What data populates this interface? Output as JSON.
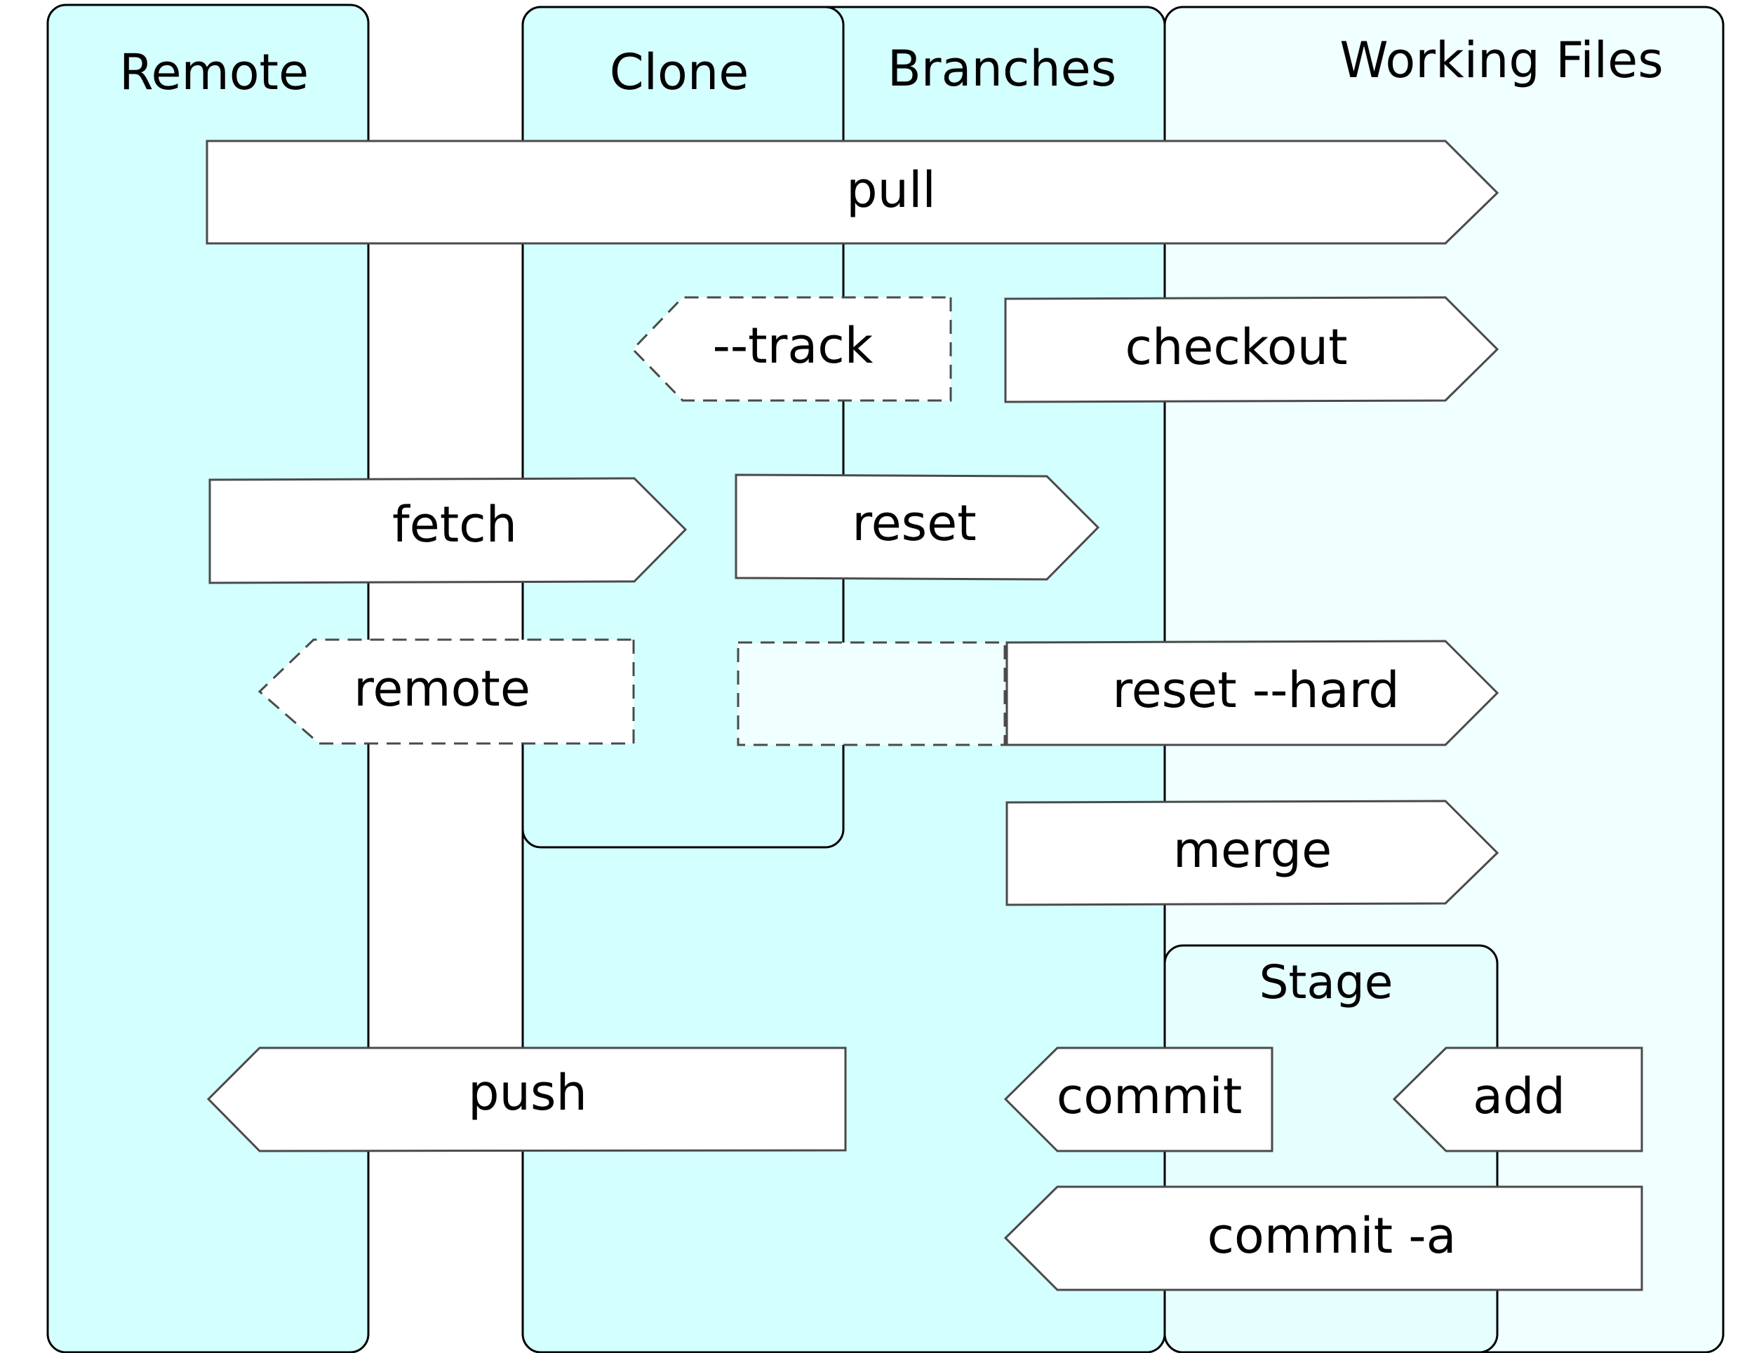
{
  "colors": {
    "lane_fill": "#d3fffe",
    "working_fill": "#f0ffff",
    "stage_fill": "#e4fffe",
    "arrow_fill": "#ffffff",
    "arrow_stroke": "#4a4a4a",
    "lane_stroke": "#000000"
  },
  "lanes": {
    "remote": "Remote",
    "clone": "Clone",
    "branches": "Branches",
    "working_files": "Working Files",
    "stage": "Stage"
  },
  "arrows": {
    "pull": {
      "label": "pull",
      "direction": "right",
      "style": "solid"
    },
    "track": {
      "label": "--track",
      "direction": "left",
      "style": "dashed"
    },
    "checkout": {
      "label": "checkout",
      "direction": "right",
      "style": "solid"
    },
    "fetch": {
      "label": "fetch",
      "direction": "right",
      "style": "solid"
    },
    "reset": {
      "label": "reset",
      "direction": "right",
      "style": "solid"
    },
    "remote": {
      "label": "remote",
      "direction": "left",
      "style": "dashed"
    },
    "reset_hard": {
      "label": "reset --hard",
      "direction": "right",
      "style": "solid"
    },
    "merge": {
      "label": "merge",
      "direction": "right",
      "style": "solid"
    },
    "push": {
      "label": "push",
      "direction": "left",
      "style": "solid"
    },
    "commit": {
      "label": "commit",
      "direction": "left",
      "style": "solid"
    },
    "add": {
      "label": "add",
      "direction": "left",
      "style": "solid"
    },
    "commit_a": {
      "label": "commit -a",
      "direction": "left",
      "style": "solid"
    }
  }
}
